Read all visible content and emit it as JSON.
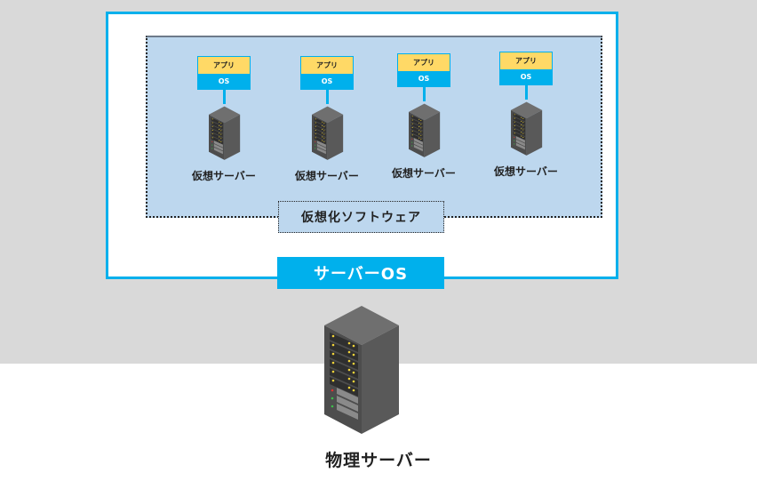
{
  "diagram": {
    "colors": {
      "accent": "#00b0ec",
      "app_layer": "#ffd966",
      "virt_area": "#bdd7ee",
      "background_band": "#d9d9d9",
      "server_body": "#595959"
    },
    "virtual_servers": [
      {
        "app_label": "アプリ",
        "os_label": "OS",
        "caption": "仮想サーバー",
        "icon": "server-rack-icon"
      },
      {
        "app_label": "アプリ",
        "os_label": "OS",
        "caption": "仮想サーバー",
        "icon": "server-rack-icon"
      },
      {
        "app_label": "アプリ",
        "os_label": "OS",
        "caption": "仮想サーバー",
        "icon": "server-rack-icon"
      },
      {
        "app_label": "アプリ",
        "os_label": "OS",
        "caption": "仮想サーバー",
        "icon": "server-rack-icon"
      }
    ],
    "virtualization_label": "仮想化ソフトウェア",
    "server_os_label": "サーバーOS",
    "physical_server": {
      "caption": "物理サーバー",
      "icon": "server-rack-icon"
    }
  }
}
